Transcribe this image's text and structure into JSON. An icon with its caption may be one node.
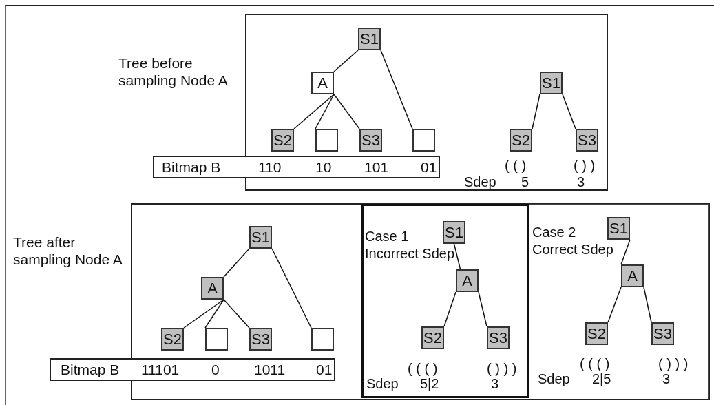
{
  "diagram": {
    "nodes": [
      {
        "text": [
          "Tree before sampling Node A"
        ]
      },
      {
        "text": [
          "S1"
        ],
        "in": 0
      },
      {
        "text": [
          "A"
        ],
        "in": 0
      },
      {
        "text": [
          "S2"
        ],
        "in": 0
      },
      {
        "text": [],
        "shape": "box",
        "in": 0
      },
      {
        "text": [
          "S3"
        ],
        "in": 0
      },
      {
        "text": [],
        "shape": "box",
        "in": 0
      },
      {
        "text": [
          "S1"
        ],
        "in": 0
      },
      {
        "text": [
          "S2"
        ],
        "in": 0
      },
      {
        "text": [
          "S3"
        ],
        "in": 0
      },
      {
        "text": [
          "Bitmap B",
          "110",
          "10",
          "101",
          "01"
        ]
      },
      {
        "text": [
          "Tree after sampling Node A"
        ]
      },
      {
        "text": [
          "S1"
        ],
        "in": 11
      },
      {
        "text": [
          "A"
        ],
        "in": 11
      },
      {
        "text": [
          "S2"
        ],
        "in": 11
      },
      {
        "text": [],
        "shape": "box",
        "in": 11
      },
      {
        "text": [
          "S3"
        ],
        "in": 11
      },
      {
        "text": [],
        "shape": "box",
        "in": 11
      },
      {
        "text": [
          "Bitmap B",
          "11101",
          "0",
          "1011",
          "01"
        ]
      },
      {
        "text": [
          "Case 1 Incorrect Sdep"
        ],
        "in": 11
      },
      {
        "text": [
          "S1"
        ],
        "in": 19
      },
      {
        "text": [
          "A"
        ],
        "in": 19
      },
      {
        "text": [
          "S2"
        ],
        "in": 19
      },
      {
        "text": [
          "S3"
        ],
        "in": 19
      },
      {
        "text": [
          "Case 2 Correct Sdep"
        ],
        "in": 11
      },
      {
        "text": [
          "S1"
        ],
        "in": 24
      },
      {
        "text": [
          "A"
        ],
        "in": 24
      },
      {
        "text": [
          "S2"
        ],
        "in": 24
      },
      {
        "text": [
          "S3"
        ],
        "in": 24
      }
    ],
    "edges": [
      {
        "from": 1,
        "to": 2,
        "arrow": "none"
      },
      {
        "from": 1,
        "to": 6,
        "arrow": "none"
      },
      {
        "from": 2,
        "to": 3,
        "arrow": "none"
      },
      {
        "from": 2,
        "to": 4,
        "arrow": "none"
      },
      {
        "from": 2,
        "to": 5,
        "arrow": "none"
      },
      {
        "from": 7,
        "to": 8,
        "arrow": "none"
      },
      {
        "from": 7,
        "to": 9,
        "arrow": "none"
      },
      {
        "from": 12,
        "to": 13,
        "arrow": "none"
      },
      {
        "from": 12,
        "to": 17,
        "arrow": "none"
      },
      {
        "from": 13,
        "to": 14,
        "arrow": "none"
      },
      {
        "from": 13,
        "to": 15,
        "arrow": "none"
      },
      {
        "from": 13,
        "to": 16,
        "arrow": "none"
      },
      {
        "from": 20,
        "to": 21,
        "arrow": "none"
      },
      {
        "from": 21,
        "to": 22,
        "arrow": "none"
      },
      {
        "from": 21,
        "to": 23,
        "arrow": "none"
      },
      {
        "from": 25,
        "to": 26,
        "arrow": "none"
      },
      {
        "from": 26,
        "to": 27,
        "arrow": "none"
      },
      {
        "from": 26,
        "to": 28,
        "arrow": "none"
      }
    ],
    "labels": [
      "( ( )",
      "( ) )",
      "Sdep",
      "5",
      "3",
      "( ( ( )",
      "( ) ) )",
      "Sdep",
      "5|2",
      "3",
      "( ( ( )",
      "( ) ) )",
      "Sdep",
      "2|5",
      "3"
    ]
  }
}
